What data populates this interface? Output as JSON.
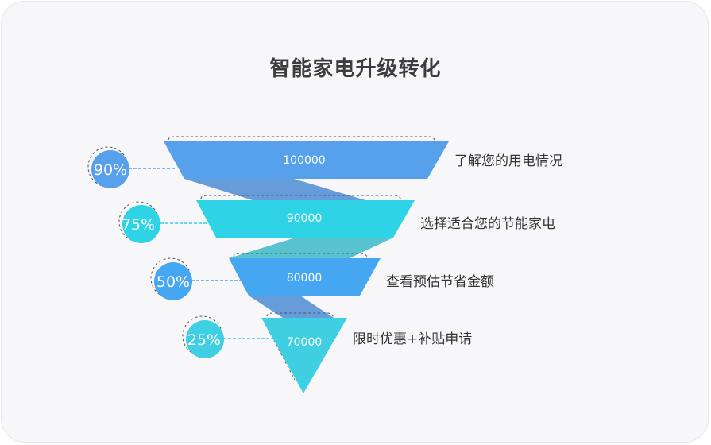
{
  "title": "智能家电升级转化",
  "colors": {
    "blue": "#56a0ec",
    "cyan": "#2ed4e6",
    "mid_blue": "#45a6f2",
    "teal_cyan": "#3ecfe3",
    "connector_blue": "#5e97d8",
    "connector_teal": "#4fbfcc",
    "label_text": "#333333",
    "title_text": "#3d3d3d"
  },
  "funnel": [
    {
      "value": "100000",
      "label": "了解您的用电情况",
      "percent": "90%",
      "color": "#56a0ec"
    },
    {
      "value": "90000",
      "label": "选择适合您的节能家电",
      "percent": "75%",
      "color": "#2ed4e6"
    },
    {
      "value": "80000",
      "label": "查看预估节省金额",
      "percent": "50%",
      "color": "#45a6f2"
    },
    {
      "value": "70000",
      "label": "限时优惠+补贴申请",
      "percent": "25%",
      "color": "#3ecfe3"
    }
  ]
}
